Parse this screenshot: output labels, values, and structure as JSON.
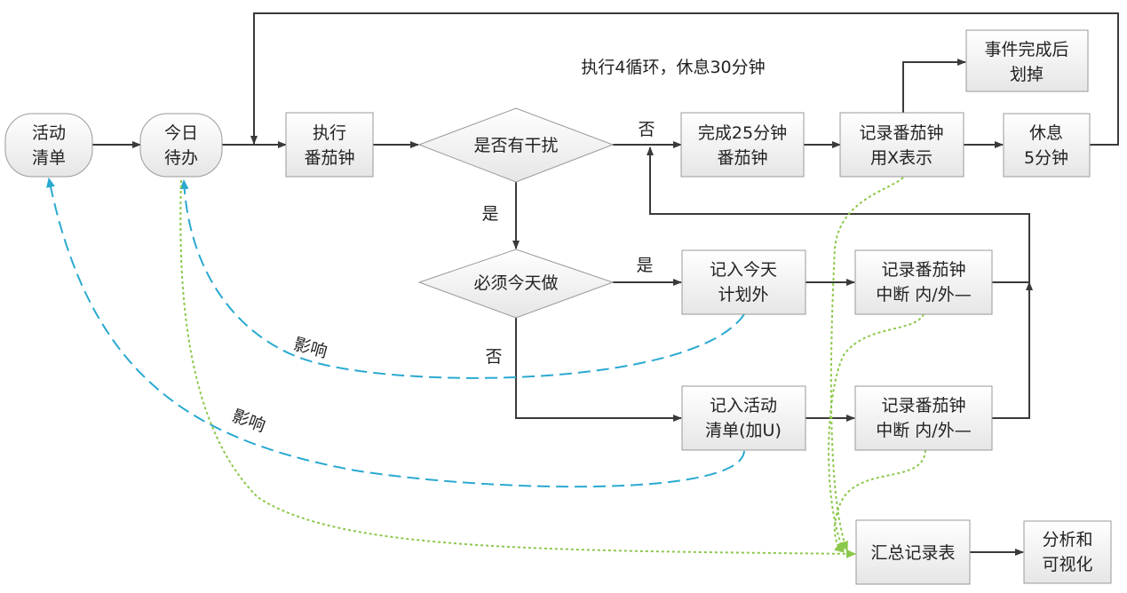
{
  "nodes": {
    "activity_list": [
      "活动",
      "清单"
    ],
    "today_todo": [
      "今日",
      "待办"
    ],
    "run_pomodoro": [
      "执行",
      "番茄钟"
    ],
    "interrupted": [
      "是否有干扰"
    ],
    "complete_25": [
      "完成25分钟",
      "番茄钟"
    ],
    "record_x": [
      "记录番茄钟",
      "用X表示"
    ],
    "strike_done": [
      "事件完成后",
      "划掉"
    ],
    "rest_5": [
      "休息",
      "5分钟"
    ],
    "must_today": [
      "必须今天做"
    ],
    "unplanned": [
      "记入今天",
      "计划外"
    ],
    "record_break_1": [
      "记录番茄钟",
      "中断 内/外—"
    ],
    "to_activity_list": [
      "记入活动",
      "清单(加U)"
    ],
    "record_break_2": [
      "记录番茄钟",
      "中断 内/外—"
    ],
    "summary_table": [
      "汇总记录表"
    ],
    "analyze": [
      "分析和",
      "可视化"
    ]
  },
  "labels": {
    "cycle_note": "执行4循环，休息30分钟",
    "no_1": "否",
    "yes_1": "是",
    "yes_2": "是",
    "no_2": "否",
    "influence_1": "影响",
    "influence_2": "影响"
  },
  "colors": {
    "flow_line": "#3a3a3a",
    "influence_line": "#2aa9d0",
    "record_line": "#8cc84b",
    "box_fill_top": "#ffffff",
    "box_fill_bottom": "#e8e8e8",
    "box_border": "#9a9a9a"
  }
}
